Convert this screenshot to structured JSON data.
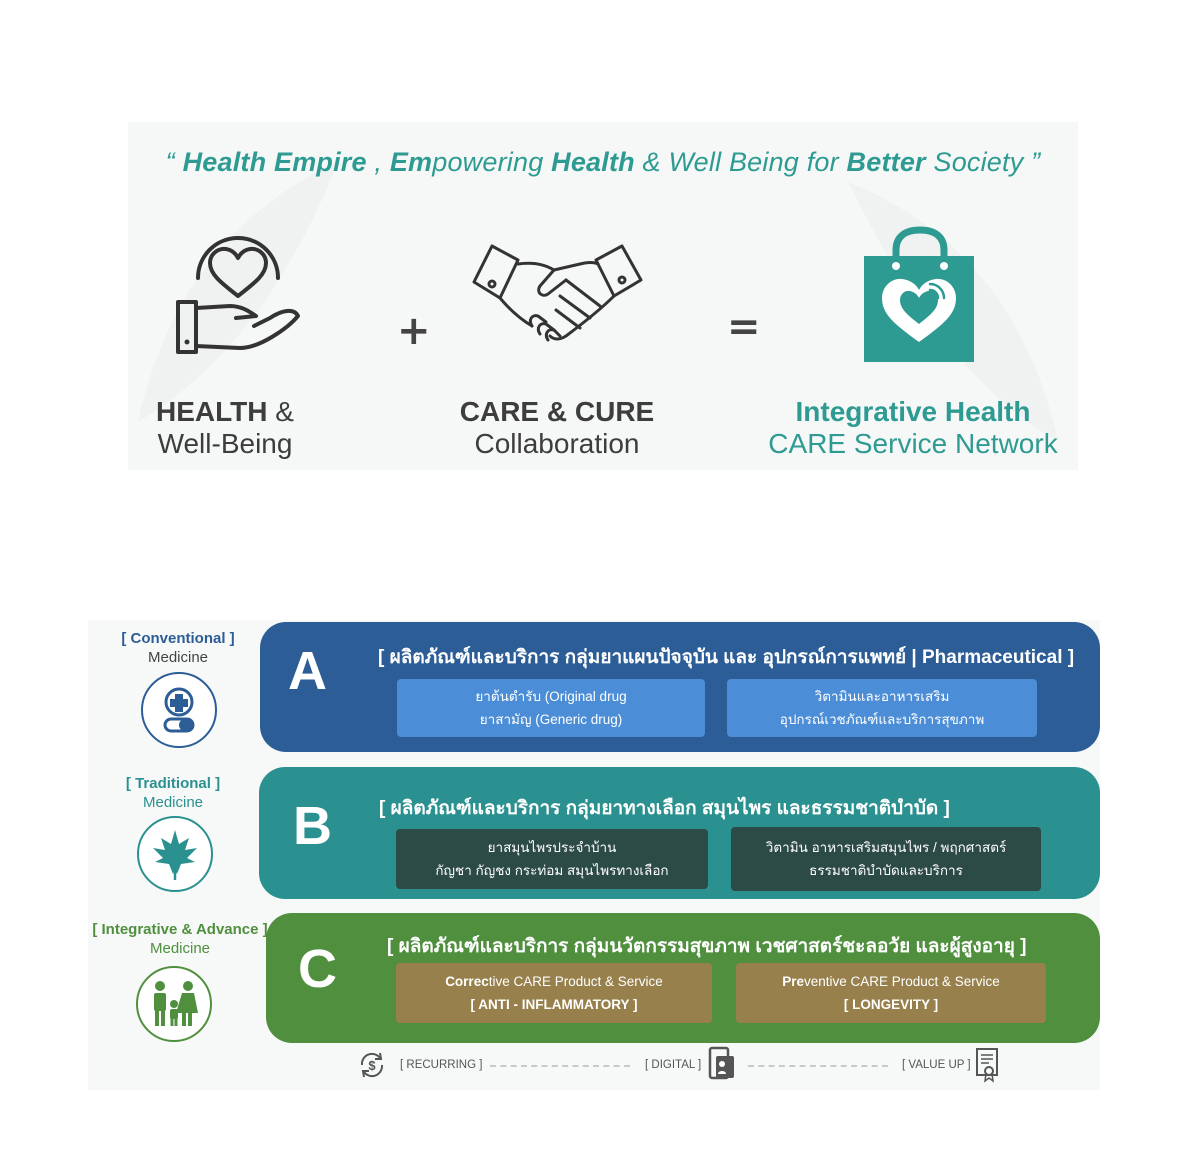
{
  "tagline": {
    "open_quote": "“ ",
    "p1": "Health Empire",
    "p2": " , ",
    "p3": "Em",
    "p4": "powering ",
    "p5": "Health",
    "p6": " & Well Being for ",
    "p7": "Better",
    "p8": " Society ”"
  },
  "operators": {
    "plus": "+",
    "equals": "="
  },
  "pillars": [
    {
      "line1": "HEALTH",
      "line1b": " &",
      "line2": "Well-Being",
      "icon": "heart-hand-icon"
    },
    {
      "line1": "CARE & CURE",
      "line2": "Collaboration",
      "icon": "handshake-icon"
    },
    {
      "line1": "Integrative Health",
      "line2": "CARE Service Network",
      "icon": "heart-bag-icon"
    }
  ],
  "colors": {
    "teal": "#2e9b92",
    "blue_band": "#2c5d96",
    "blue_box": "#4b8dd6",
    "teal_band": "#2b9190",
    "teal_box": "#2c4a46",
    "green_band": "#4f8f3e",
    "green_box": "#97804b"
  },
  "groups": [
    {
      "side_tag": "[ Conventional ]",
      "side_sub": "Medicine",
      "side_icon": "medical-cross-pill-icon",
      "letter": "A",
      "heading": "[ ผลิตภัณฑ์และบริการ กลุ่มยาแผนปัจจุบัน และ อุปกรณ์การแพทย์ | Pharmaceutical ]",
      "boxes": [
        {
          "l1": "ยาต้นตำรับ (Original drug",
          "l2": "ยาสามัญ (Generic drug)"
        },
        {
          "l1": "วิตามินและอาหารเสริม",
          "l2": "อุปกรณ์เวชภัณฑ์และบริการสุขภาพ"
        }
      ]
    },
    {
      "side_tag": "[ Traditional ]",
      "side_sub": "Medicine",
      "side_icon": "herb-leaf-icon",
      "letter": "B",
      "heading": "[ ผลิตภัณฑ์และบริการ กลุ่มยาทางเลือก สมุนไพร และธรรมชาติบำบัด ]",
      "boxes": [
        {
          "l1": "ยาสมุนไพรประจำบ้าน",
          "l2": "กัญชา กัญชง กระท่อม สมุนไพรทางเลือก"
        },
        {
          "l1": "วิตามิน อาหารเสริมสมุนไพร / พฤกศาสตร์",
          "l2": "ธรรมชาติบำบัดและบริการ"
        }
      ]
    },
    {
      "side_tag": "[ Integrative & Advance ]",
      "side_sub": "Medicine",
      "side_icon": "family-icon",
      "letter": "C",
      "heading": "[ ผลิตภัณฑ์และบริการ กลุ่มนวัตกรรมสุขภาพ เวชศาสตร์ชะลอวัย และผู้สูงอายุ ]",
      "boxes": [
        {
          "l1a": "Correc",
          "l1b": "tive CARE Product & Service",
          "l2": "[ ANTI - INFLAMMATORY ]"
        },
        {
          "l1a": "Pre",
          "l1b": "ventive CARE Product & Service",
          "l2": "[ LONGEVITY ]"
        }
      ]
    }
  ],
  "flow": {
    "recurring": "[ RECURRING ]",
    "digital": "[ DIGITAL ]",
    "value_up": "[ VALUE UP ]"
  }
}
